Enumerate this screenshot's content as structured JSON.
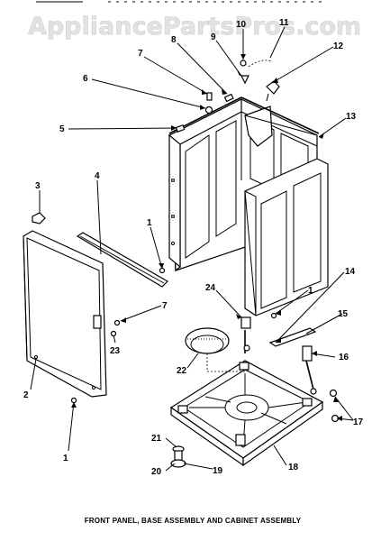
{
  "watermark": "AppliancePartsPros.com",
  "caption": "FRONT PANEL, BASE ASSEMBLY AND CABINET ASSEMBLY",
  "callouts": [
    {
      "id": "c1a",
      "label": "1"
    },
    {
      "id": "c1b",
      "label": "1"
    },
    {
      "id": "c1c",
      "label": "1"
    },
    {
      "id": "c2",
      "label": "2"
    },
    {
      "id": "c3",
      "label": "3"
    },
    {
      "id": "c4",
      "label": "4"
    },
    {
      "id": "c5",
      "label": "5"
    },
    {
      "id": "c6",
      "label": "6"
    },
    {
      "id": "c7a",
      "label": "7"
    },
    {
      "id": "c7b",
      "label": "7"
    },
    {
      "id": "c8",
      "label": "8"
    },
    {
      "id": "c9",
      "label": "9"
    },
    {
      "id": "c10",
      "label": "10"
    },
    {
      "id": "c11",
      "label": "11"
    },
    {
      "id": "c12",
      "label": "12"
    },
    {
      "id": "c13",
      "label": "13"
    },
    {
      "id": "c14",
      "label": "14"
    },
    {
      "id": "c15",
      "label": "15"
    },
    {
      "id": "c16",
      "label": "16"
    },
    {
      "id": "c17",
      "label": "17"
    },
    {
      "id": "c18",
      "label": "18"
    },
    {
      "id": "c19",
      "label": "19"
    },
    {
      "id": "c20",
      "label": "20"
    },
    {
      "id": "c21",
      "label": "21"
    },
    {
      "id": "c22",
      "label": "22"
    },
    {
      "id": "c23",
      "label": "23"
    },
    {
      "id": "c24",
      "label": "24"
    }
  ]
}
